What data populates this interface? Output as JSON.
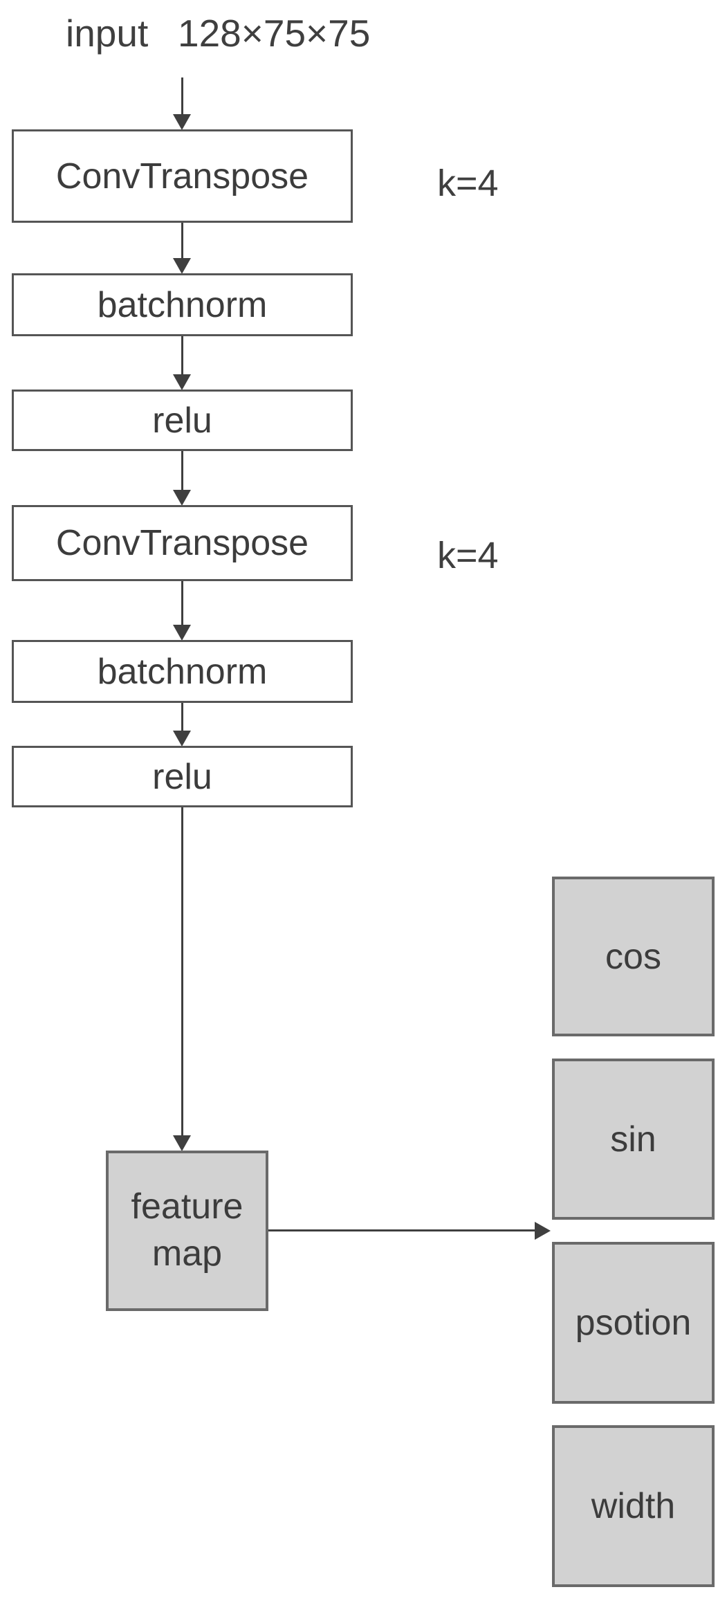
{
  "diagram": {
    "input": {
      "label": "input",
      "dims": "128×75×75"
    },
    "flow_boxes": [
      {
        "label": "ConvTranspose"
      },
      {
        "label": "batchnorm"
      },
      {
        "label": "relu"
      },
      {
        "label": "ConvTranspose"
      },
      {
        "label": "batchnorm"
      },
      {
        "label": "relu"
      }
    ],
    "annotations": [
      {
        "label": "k=4"
      },
      {
        "label": "k=4"
      }
    ],
    "feature_map": {
      "line1": "feature",
      "line2": "map"
    },
    "outputs": [
      {
        "label": "cos"
      },
      {
        "label": "sin"
      },
      {
        "label": "psotion"
      },
      {
        "label": "width"
      }
    ],
    "colors": {
      "box_fill_white": "#ffffff",
      "box_fill_gray": "#d2d2d2",
      "box_border": "#555555",
      "gray_border": "#6a6a6a",
      "text": "#3c3c3c",
      "arrow": "#3f3f3f"
    }
  }
}
